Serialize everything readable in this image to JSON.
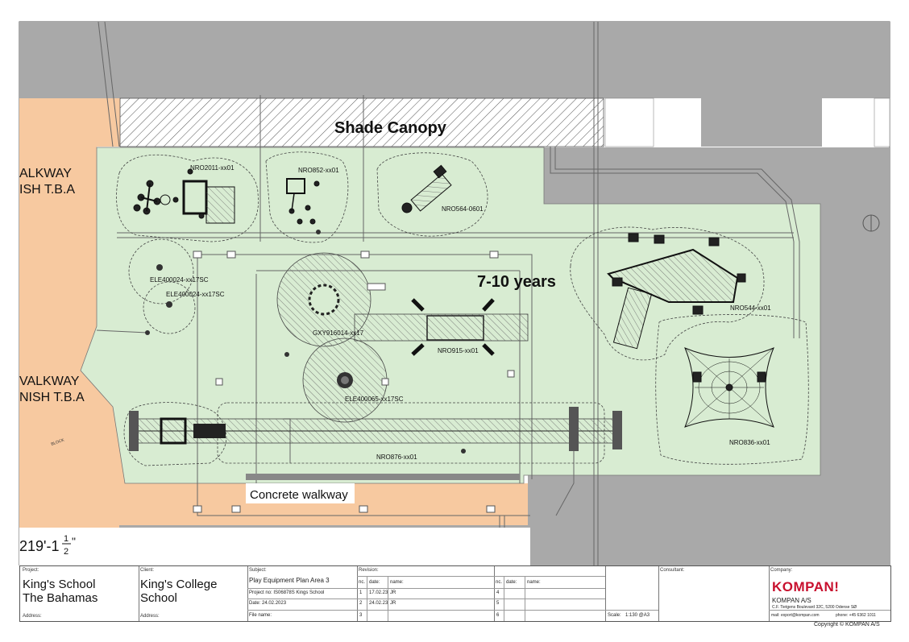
{
  "labels": {
    "shade_canopy": "Shade Canopy",
    "age_group": "7-10 years",
    "concrete_walkway": "Concrete walkway",
    "walkway_top_1": "ALKWAY",
    "walkway_top_2": "ISH T.B.A",
    "walkway_mid_1": "VALKWAY",
    "walkway_mid_2": "NISH T.B.A",
    "dimension": "219'-1",
    "dimension_num": "1",
    "dimension_den": "2",
    "dimension_mark": "\"",
    "small_tag": "BLOCK"
  },
  "equipment": {
    "nro2011": "NRO2011-xx01",
    "nro852": "NRO852-xx01",
    "nro564": "NRO564-0601",
    "ele400024a": "ELE400024-xx17SC",
    "ele400024b": "ELE400024-xx17SC",
    "gxy916014": "GXY916014-xx17",
    "nro915": "NRO915-xx01",
    "ele400065": "ELE400065-xx17SC",
    "nro544": "NRO544-xx01",
    "nro836": "NRO836-xx01",
    "nro876": "NRO876-xx01"
  },
  "title_block": {
    "project_label": "Project:",
    "project_line1": "King's School",
    "project_line2": "The Bahamas",
    "address_label": "Address:",
    "client_label": "Client:",
    "client_line1": "King's College",
    "client_line2": "School",
    "client_address_label": "Address:",
    "subject_label": "Subject:",
    "subject": "Play Equipment Plan Area 3",
    "project_no": "Project no: IS06878S Kings School",
    "date": "Date: 24.02.2023",
    "file_name": "File name:",
    "revision_label": "Revision:",
    "rev_headers": [
      "nc.",
      "date:",
      "name:"
    ],
    "rev_headers_b": [
      "nc.",
      "date:",
      "name:"
    ],
    "revisions": [
      {
        "no": "1",
        "date": "17.02.23",
        "name": "JR"
      },
      {
        "no": "2",
        "date": "24.02.23",
        "name": "JR"
      },
      {
        "no": "3",
        "date": "",
        "name": ""
      }
    ],
    "revisions_b": [
      "4",
      "5",
      "6"
    ],
    "scale_label": "Scale:",
    "scale_value": "1:130 @A3",
    "consultant_label": "Consultant:",
    "company_label": "Company:",
    "logo": "KOMPAN!",
    "company_name": "KOMPAN A/S",
    "company_address": "C.F. Tietgens Boulevard 32C, 5200 Odense SØ",
    "company_mail": "mail: export@kompan.com",
    "company_phone": "phone: +45 6362 1011",
    "copyright": "Copyright © KOMPAN A/S"
  },
  "colors": {
    "building": "#a9a9a9",
    "sand": "#f7c9a0",
    "play_area": "#d8ecd2",
    "accent": "#c8102e"
  }
}
